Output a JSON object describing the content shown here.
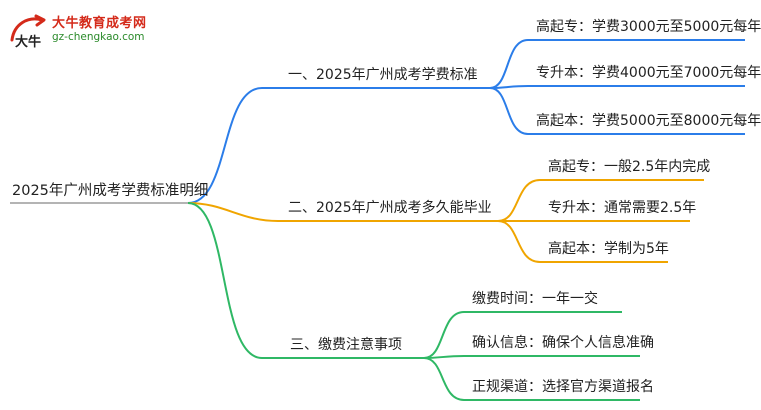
{
  "logo": {
    "title": "大牛教育成考网",
    "url": "gz-chengkao.com",
    "mark_text": "大牛"
  },
  "colors": {
    "blue": "#2b7de9",
    "orange": "#f0a500",
    "green": "#2fb865",
    "logo_red": "#d42a1a",
    "logo_green": "#2a8a2a"
  },
  "root": "2025年广州成考学费标准明细",
  "branches": [
    {
      "label": "一、2025年广州成考学费标准",
      "color": "blue",
      "children": [
        "高起专：学费3000元至5000元每年",
        "专升本：学费4000元至7000元每年",
        "高起本：学费5000元至8000元每年"
      ]
    },
    {
      "label": "二、2025年广州成考多久能毕业",
      "color": "orange",
      "children": [
        "高起专：一般2.5年内完成",
        "专升本：通常需要2.5年",
        "高起本：学制为5年"
      ]
    },
    {
      "label": "三、缴费注意事项",
      "color": "green",
      "children": [
        "缴费时间：一年一交",
        "确认信息：确保个人信息准确",
        "正规渠道：选择官方渠道报名"
      ]
    }
  ]
}
